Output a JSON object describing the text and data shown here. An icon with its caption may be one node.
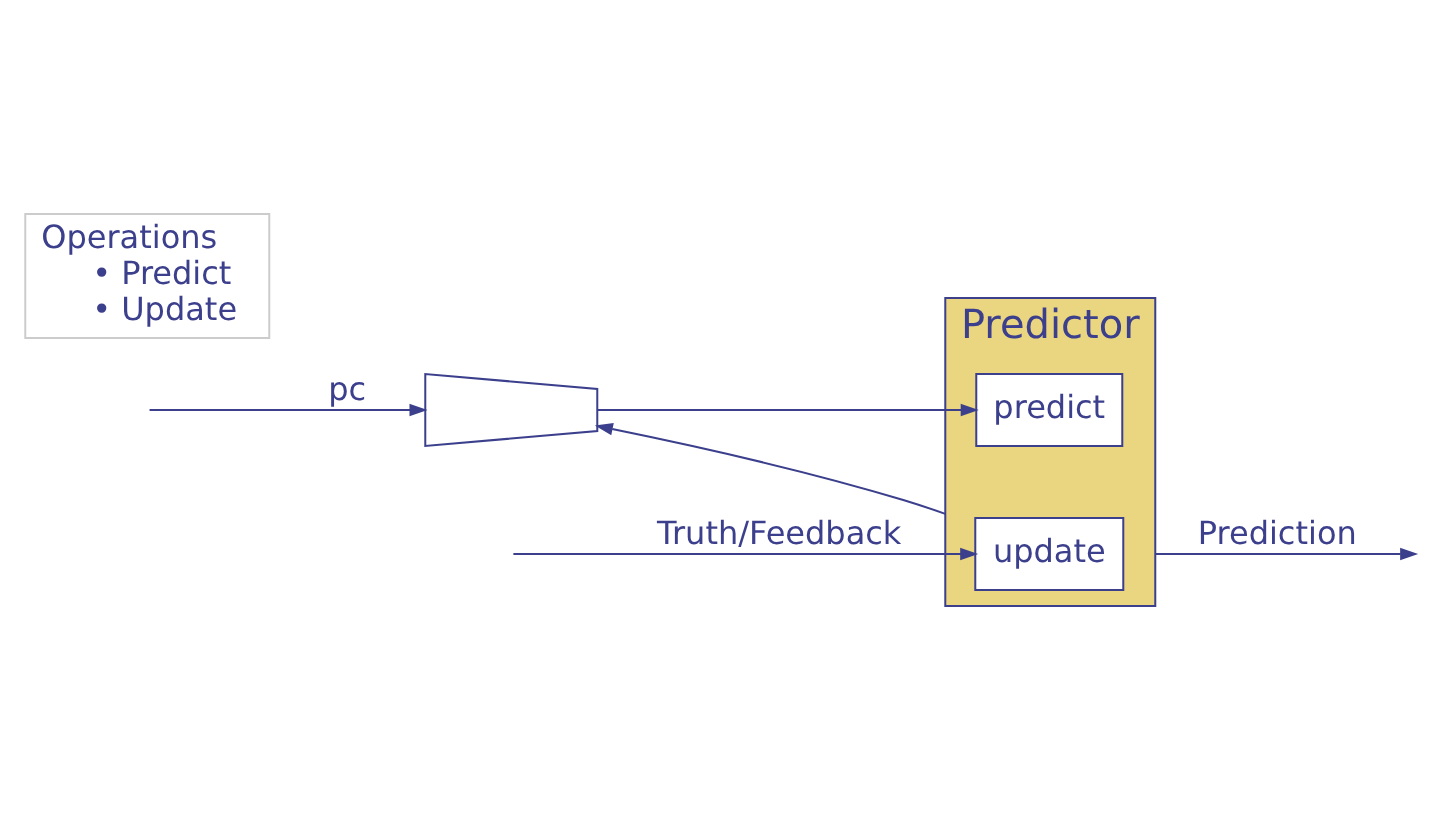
{
  "diagram": {
    "nodes": [
      {
        "text": [
          "Predictor"
        ]
      },
      {
        "text": [
          "update"
        ],
        "in": 0
      },
      {
        "text": [
          "predict"
        ],
        "in": 0
      },
      {
        "text": [],
        "shape": "trapezoid"
      },
      {
        "text": [
          "Operations",
          "• Predict",
          "• Update"
        ]
      }
    ],
    "edges": [
      {
        "from": null,
        "to": 3,
        "arrow": "to",
        "label": "pc"
      },
      {
        "from": null,
        "to": 1,
        "arrow": "to",
        "label": "Truth/Feedback"
      },
      {
        "from": 3,
        "to": 2,
        "arrow": "to"
      },
      {
        "from": 0,
        "to": null,
        "arrow": "to",
        "label": "Prediction"
      },
      {
        "from": 0,
        "to": 3,
        "arrow": "to"
      }
    ]
  }
}
